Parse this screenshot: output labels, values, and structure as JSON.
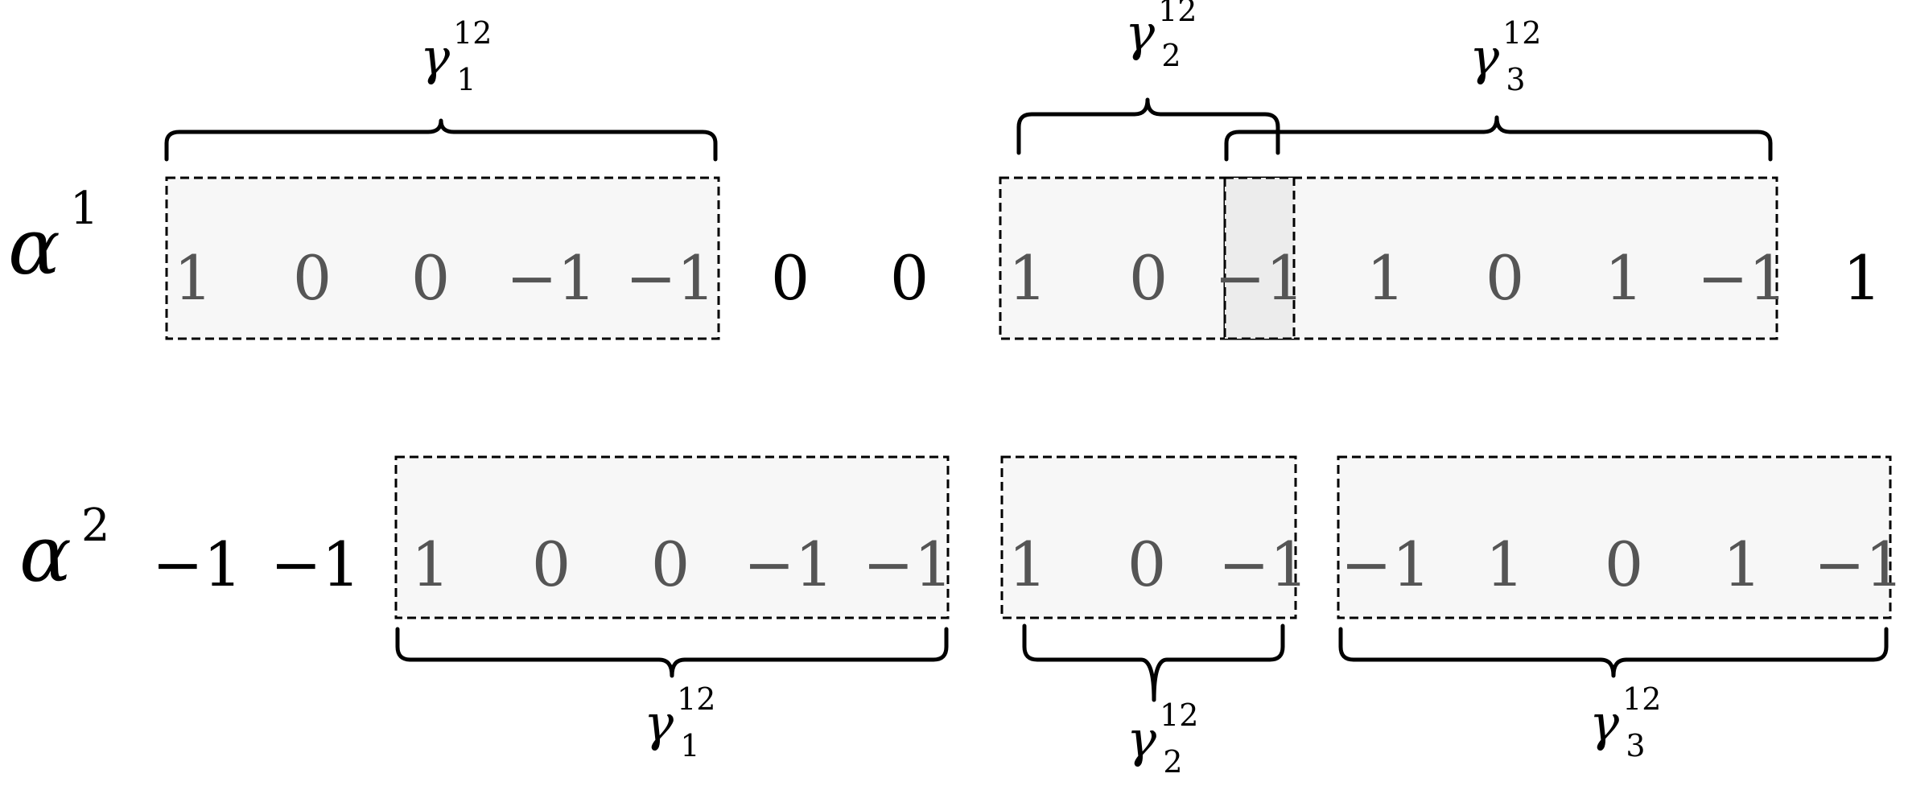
{
  "rows": [
    {
      "label": "α",
      "label_sup": "1",
      "values": [
        "1",
        "0",
        "0",
        "−1",
        "−1",
        "0",
        "0",
        "1",
        "0",
        "−1",
        "1",
        "0",
        "1",
        "−1",
        "1"
      ]
    },
    {
      "label": "α",
      "label_sup": "2",
      "values": [
        "−1",
        "−1",
        "1",
        "0",
        "0",
        "−1",
        "−1",
        "1",
        "0",
        "−1",
        "−1",
        "1",
        "0",
        "1",
        "−1"
      ]
    }
  ],
  "segments": {
    "row1": [
      {
        "symbol": "γ",
        "sup": "12",
        "sub": "1"
      },
      {
        "symbol": "γ",
        "sup": "12",
        "sub": "2"
      },
      {
        "symbol": "γ",
        "sup": "12",
        "sub": "3"
      }
    ],
    "row2": [
      {
        "symbol": "γ",
        "sup": "12",
        "sub": "1"
      },
      {
        "symbol": "γ",
        "sup": "12",
        "sub": "2"
      },
      {
        "symbol": "γ",
        "sup": "12",
        "sub": "3"
      }
    ]
  }
}
